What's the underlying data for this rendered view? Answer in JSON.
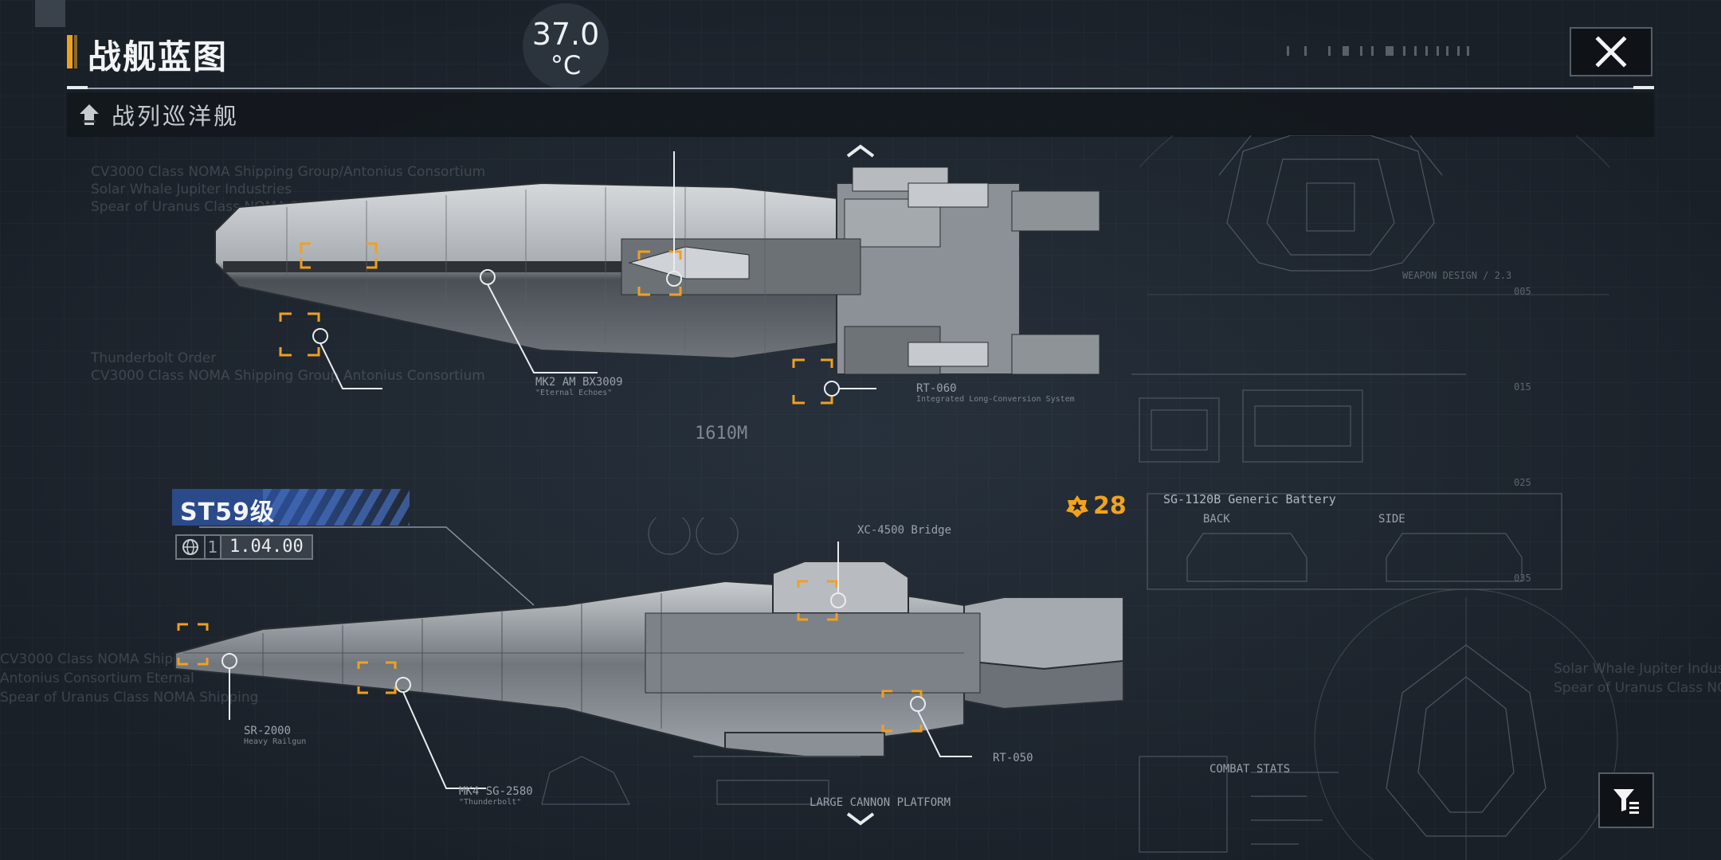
{
  "header": {
    "title": "战舰蓝图",
    "temperature_value": "37.0",
    "temperature_unit": "°C",
    "close_icon": "close-icon"
  },
  "subtitle": {
    "icon": "ship-type-icon",
    "label": "战列巡洋舰"
  },
  "ship_top": {
    "length_label": "1610M",
    "background_text": [
      "CV3000 Class NOMA Shipping Group/Antonius Consortium",
      "Solar Whale Jupiter Industries",
      "Spear of Uranus Class NOMA Shipping Gr",
      "Thunderbolt Order",
      "CV3000 Class NOMA Shipping Group Antonius Consortium"
    ],
    "callouts": [
      {
        "code": "MK2 AM BX3009",
        "desc": "\"Eternal Echoes\""
      },
      {
        "code": "RT-060",
        "desc": "Integrated Long-Conversion System"
      }
    ]
  },
  "ship_bottom": {
    "class_name": "ST59级",
    "version": "1.04.00",
    "version_index": "1",
    "rank_value": "28",
    "rank_icon": "rank-icon",
    "background_text": [
      "CV3000 Class NOMA Shipping",
      "Antonius Consortium Eternal",
      "Spear of Uranus Class NOMA Shipping",
      "Solar Whale Jupiter Industries",
      "Spear of Uranus Class NOMA"
    ],
    "callouts": [
      {
        "code": "XC-4500 Bridge",
        "desc": ""
      },
      {
        "code": "SR-2000",
        "desc": "Heavy Railgun"
      },
      {
        "code": "MK4 SG-2580",
        "desc": "\"Thunderbolt\""
      },
      {
        "code": "RT-050",
        "desc": ""
      }
    ],
    "platform_label": "LARGE CANNON PLATFORM",
    "battery_label": "SG-1120B Generic Battery",
    "battery_back": "BACK",
    "battery_side": "SIDE",
    "combat_stats_label": "COMBAT STATS"
  },
  "controls": {
    "scroll_up_icon": "chevron-up-icon",
    "scroll_down_icon": "chevron-down-icon",
    "filter_icon": "filter-icon"
  }
}
